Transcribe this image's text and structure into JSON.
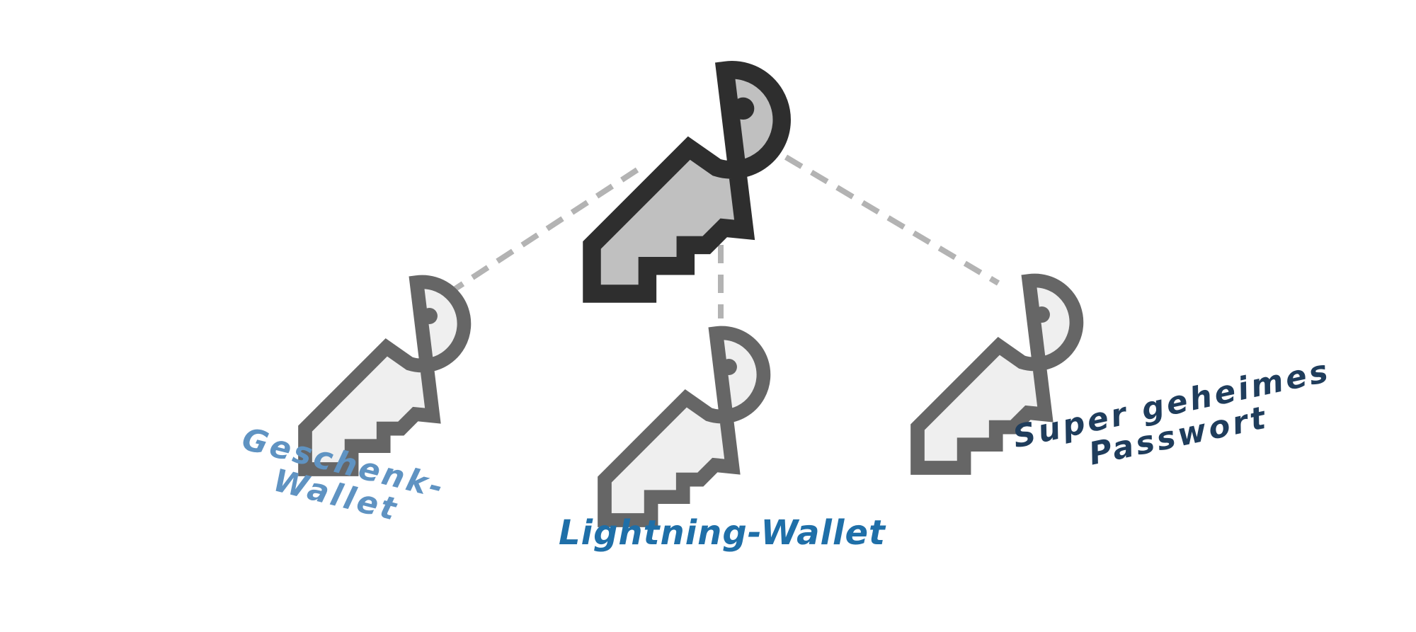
{
  "colors": {
    "background": "#ffffff",
    "connector": "#b3b3b3",
    "master_key_outline": "#2e2e2e",
    "master_key_fill": "#c0c0c0",
    "child_key_outline": "#666666",
    "child_key_fill": "#efefef",
    "label_gift": "#5f93c2",
    "label_lightning": "#1f6fa8",
    "label_password": "#1f3d5c"
  },
  "nodes": {
    "master": {
      "icon": "key-icon"
    },
    "children": [
      {
        "id": "gift",
        "icon": "key-icon",
        "label_lines": [
          "Geschenk-",
          "Wallet"
        ]
      },
      {
        "id": "lightning",
        "icon": "key-icon",
        "label_lines": [
          "Lightning-Wallet"
        ]
      },
      {
        "id": "password",
        "icon": "key-icon",
        "label_lines": [
          "Super geheimes",
          "Passwort"
        ]
      }
    ]
  }
}
